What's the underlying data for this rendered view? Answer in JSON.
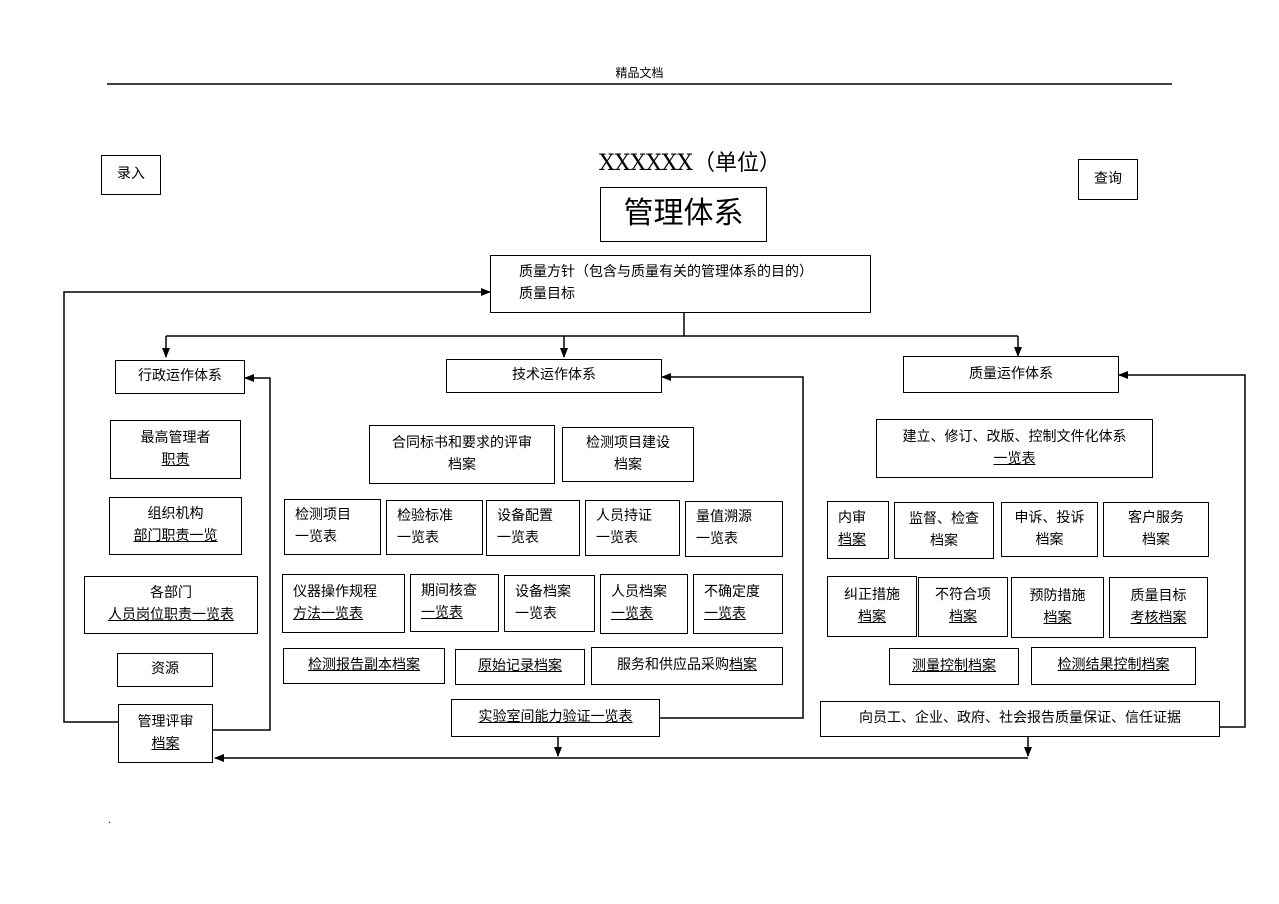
{
  "header": {
    "text": "精品文档"
  },
  "buttons": {
    "entry": "录入",
    "query": "查询"
  },
  "title": {
    "unit": "XXXXXX（单位）",
    "main": "管理体系"
  },
  "policy": {
    "line1": "质量方针（包含与质量有关的管理体系的目的）",
    "line2": "质量目标"
  },
  "systems": {
    "admin": "行政运作体系",
    "tech": "技术运作体系",
    "quality": "质量运作体系"
  },
  "admin": {
    "top_mgr": {
      "l1": "最高管理者",
      "l2": "职责"
    },
    "org": {
      "l1": "组织机构",
      "l2": "部门职责一览"
    },
    "dept": {
      "l1": "各部门",
      "l2": "人员岗位职责一览表"
    },
    "resources": "资源",
    "review": {
      "l1": "管理评审",
      "l2": "档案"
    }
  },
  "tech": {
    "contract": {
      "l1": "合同标书和要求的评审",
      "l2": "档案"
    },
    "project_build": {
      "l1": "检测项目建设",
      "l2": "档案"
    },
    "row1": [
      {
        "l1": "检测项目",
        "l2": "一览表"
      },
      {
        "l1": "检验标准",
        "l2": "一览表"
      },
      {
        "l1": "设备配置",
        "l2": "一览表"
      },
      {
        "l1": "人员持证",
        "l2": "一览表"
      },
      {
        "l1": "量值溯源",
        "l2": "一览表"
      }
    ],
    "row2": [
      {
        "l1": "仪器操作规程",
        "l2": "方法一览表"
      },
      {
        "l1": "期间核查",
        "l2": "一览表"
      },
      {
        "l1": "设备档案",
        "l2": "一览表"
      },
      {
        "l1": "人员档案",
        "l2": "一览表"
      },
      {
        "l1": "不确定度",
        "l2": "一览表"
      }
    ],
    "row3": {
      "report_copy": "检测报告副本档案",
      "raw_record": "原始记录档案",
      "purchase_a": "服务和供应品采购",
      "purchase_b": "档案"
    },
    "interlab": "实验室间能力验证一览表"
  },
  "quality": {
    "docs": {
      "l1": "建立、修订、改版、控制文件化体系",
      "l2": "一览表"
    },
    "row1": [
      {
        "l1": "内审",
        "l2": "档案"
      },
      {
        "l1": "监督、检查",
        "l2": "档案"
      },
      {
        "l1": "申诉、投诉",
        "l2": "档案"
      },
      {
        "l1": "客户服务",
        "l2": "档案"
      }
    ],
    "row2": [
      {
        "l1": "纠正措施",
        "l2": "档案"
      },
      {
        "l1": "不符合项",
        "l2": "档案"
      },
      {
        "l1": "预防措施",
        "l2": "档案"
      },
      {
        "l1": "质量目标",
        "l2": "考核档案"
      }
    ],
    "measure": "测量控制档案",
    "result": "检测结果控制档案",
    "assurance": "向员工、企业、政府、社会报告质量保证、信任证据"
  },
  "footer": {
    "mark": "."
  }
}
